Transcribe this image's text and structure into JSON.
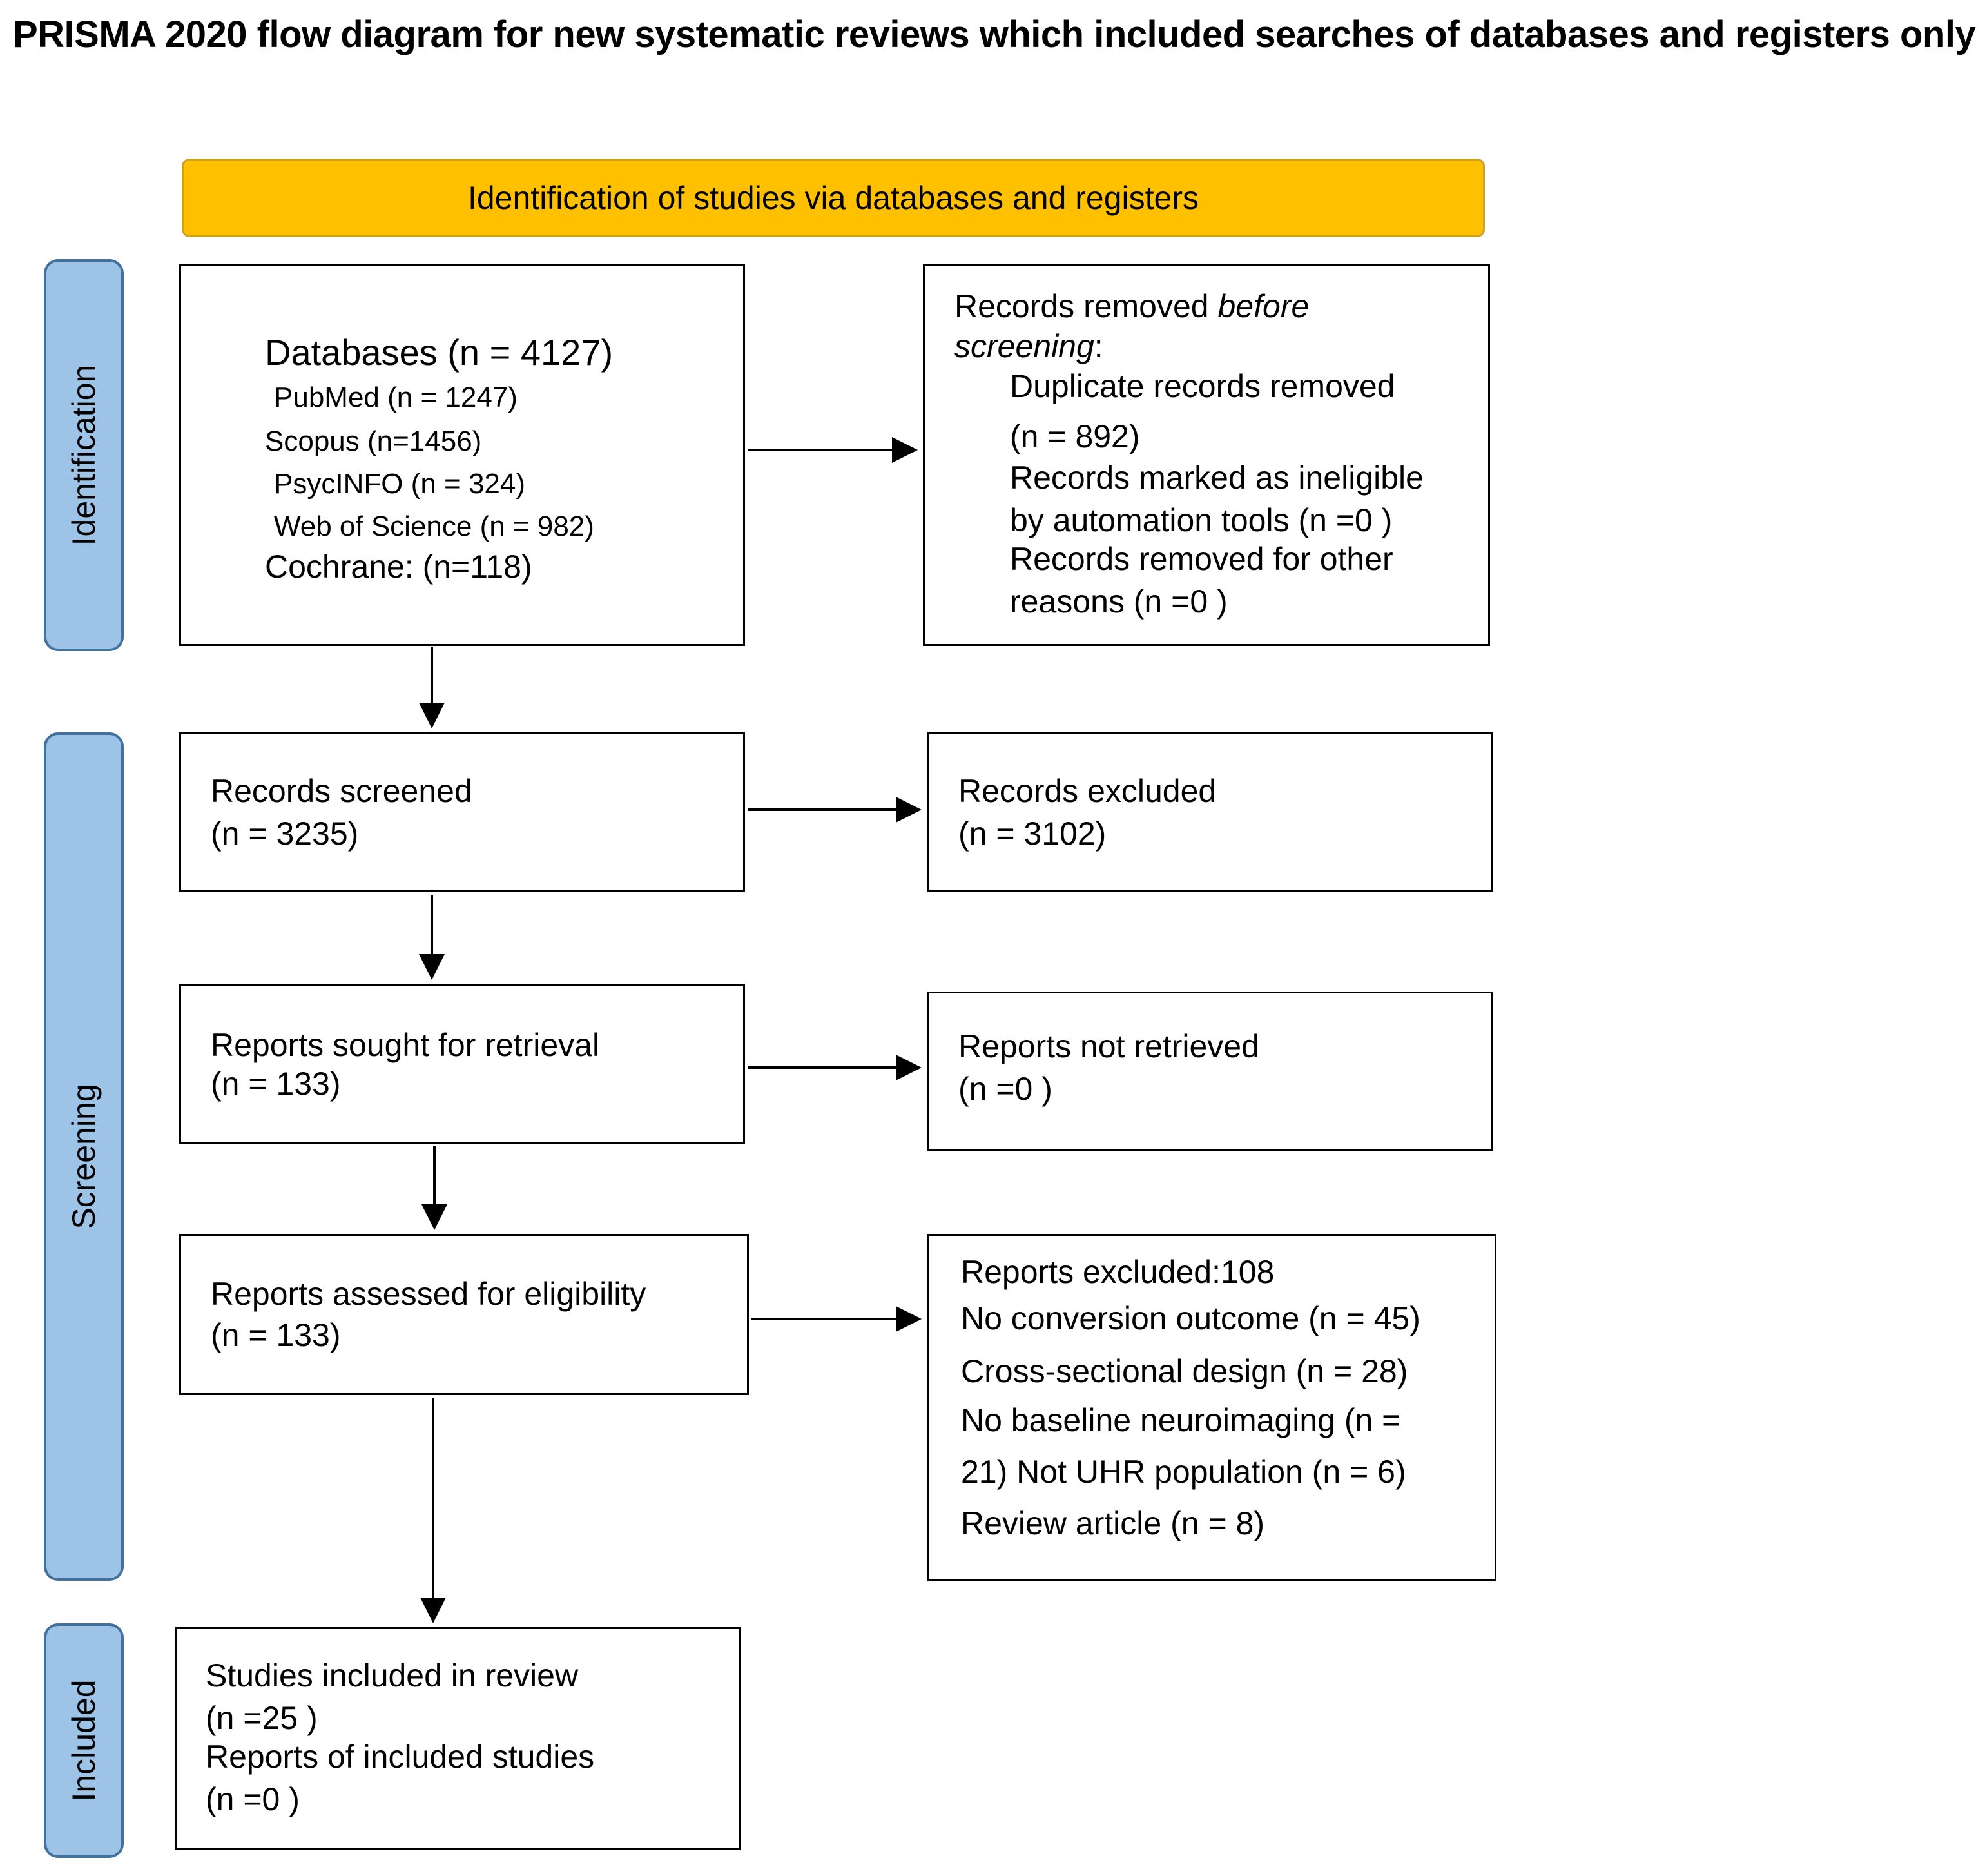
{
  "title": "PRISMA 2020 flow diagram for new systematic reviews which included searches of databases and registers only",
  "banner": "Identification of studies via databases and registers",
  "phases": {
    "identification": "Identification",
    "screening": "Screening",
    "included": "Included"
  },
  "databases": {
    "heading": "Databases (n = 4127)",
    "pubmed": "PubMed (n = 1247)",
    "scopus": "Scopus (n=1456)",
    "psycinfo": "PsycINFO (n = 324)",
    "wos": "Web of Science (n = 982)",
    "cochrane": "Cochrane: (n=118)"
  },
  "removed": {
    "heading_plain": "Records removed ",
    "heading_italic": "before",
    "heading_italic2": "screening",
    "heading_colon": ":",
    "duplicates": "Duplicate records removed",
    "duplicates_n": "(n = 892)",
    "ineligible": "Records marked as ineligible",
    "ineligible2": "by automation tools (n =0 )",
    "other": "Records removed for other",
    "other2": "reasons (n =0 )"
  },
  "screened": {
    "label": "Records screened",
    "n": "(n = 3235)"
  },
  "excluded": {
    "label": "Records excluded",
    "n": "(n = 3102)"
  },
  "sought": {
    "label": "Reports sought for retrieval",
    "n": "(n = 133)"
  },
  "not_retrieved": {
    "label": "Reports not retrieved",
    "n": "(n =0 )"
  },
  "assessed": {
    "label": "Reports assessed for eligibility",
    "n": "(n = 133)"
  },
  "reports_excluded": {
    "heading": "Reports excluded:108",
    "l1": "No conversion outcome (n = 45)",
    "l2": "Cross-sectional design (n = 28)",
    "l3": "No baseline neuroimaging (n =",
    "l4": "21)  Not UHR population (n = 6)",
    "l5": "Review article (n = 8)"
  },
  "included": {
    "studies": "Studies included in review",
    "studies_n": "(n =25 )",
    "reports": "Reports of included studies",
    "reports_n": "(n =0 )"
  }
}
